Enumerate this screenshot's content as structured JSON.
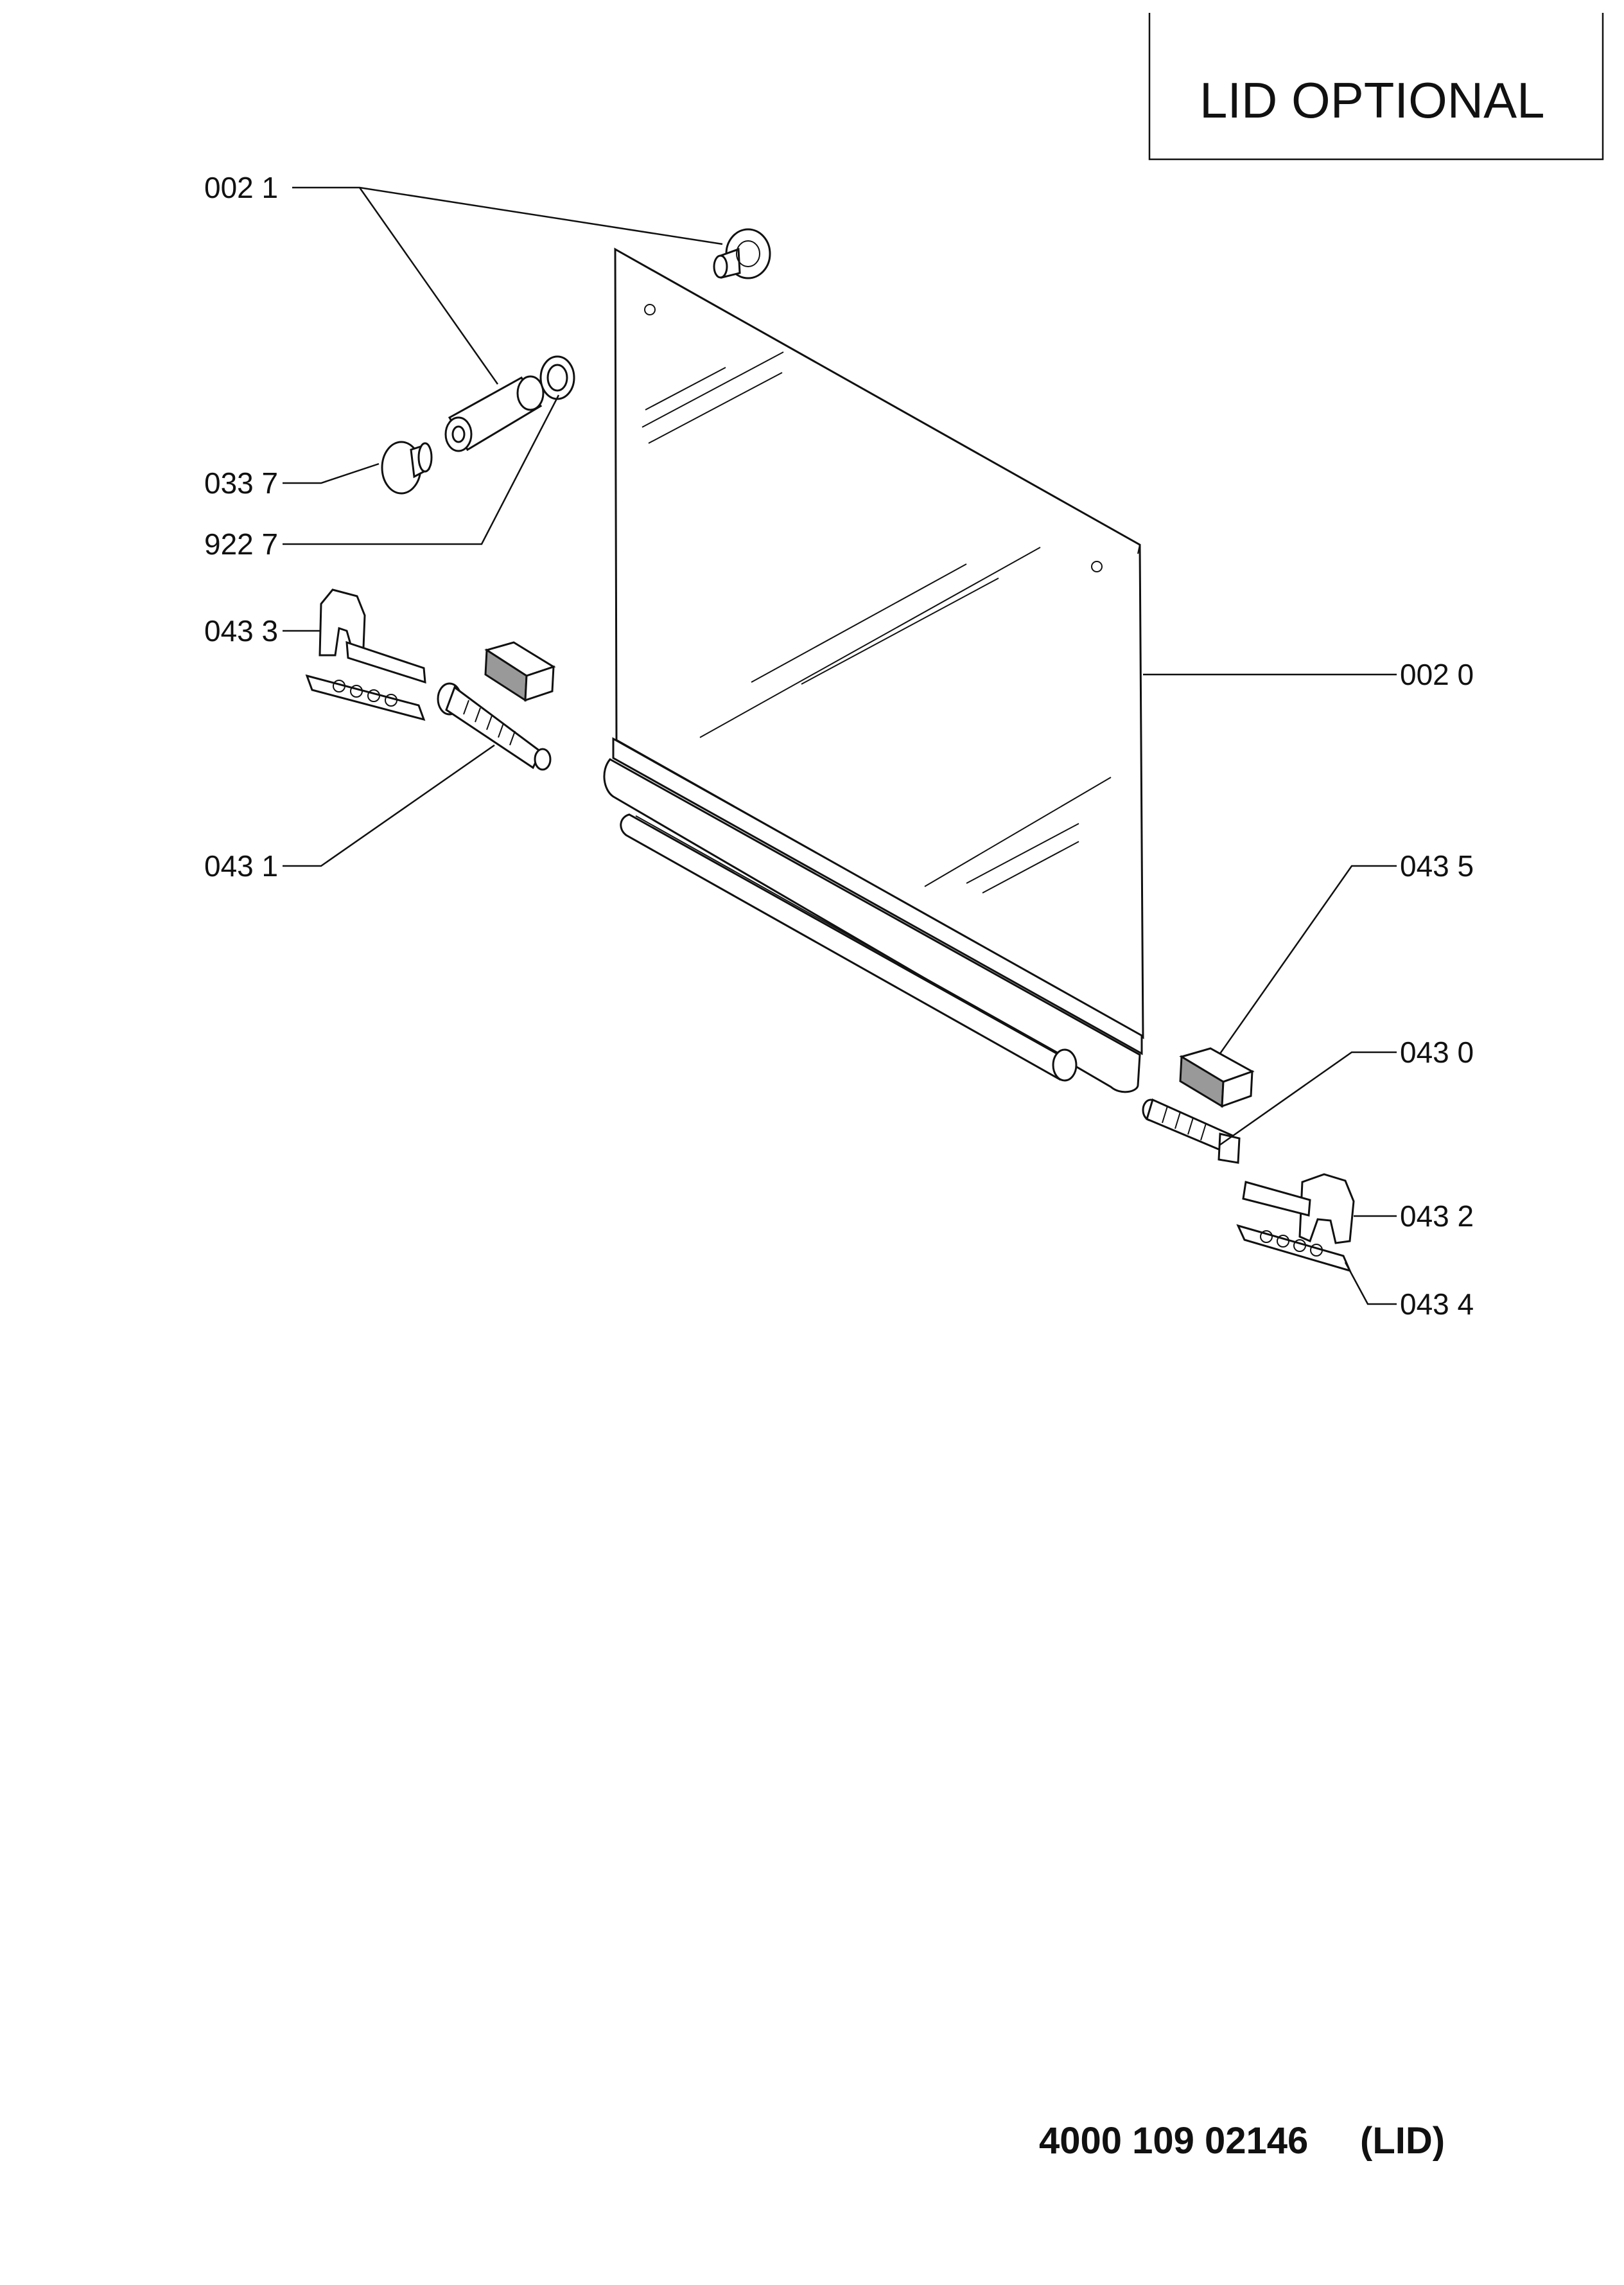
{
  "header": {
    "title": "LID OPTIONAL"
  },
  "footer": {
    "part_number": "4000 109 02146",
    "assembly": "(LID)"
  },
  "callouts": [
    {
      "id": "c0021",
      "label": "002 1"
    },
    {
      "id": "c0337",
      "label": "033 7"
    },
    {
      "id": "c9227",
      "label": "922 7"
    },
    {
      "id": "c0433",
      "label": "043 3"
    },
    {
      "id": "c0431",
      "label": "043 1"
    },
    {
      "id": "c0020",
      "label": "002 0"
    },
    {
      "id": "c0435",
      "label": "043 5"
    },
    {
      "id": "c0430",
      "label": "043 0"
    },
    {
      "id": "c0432",
      "label": "043 2"
    },
    {
      "id": "c0434",
      "label": "043 4"
    }
  ]
}
